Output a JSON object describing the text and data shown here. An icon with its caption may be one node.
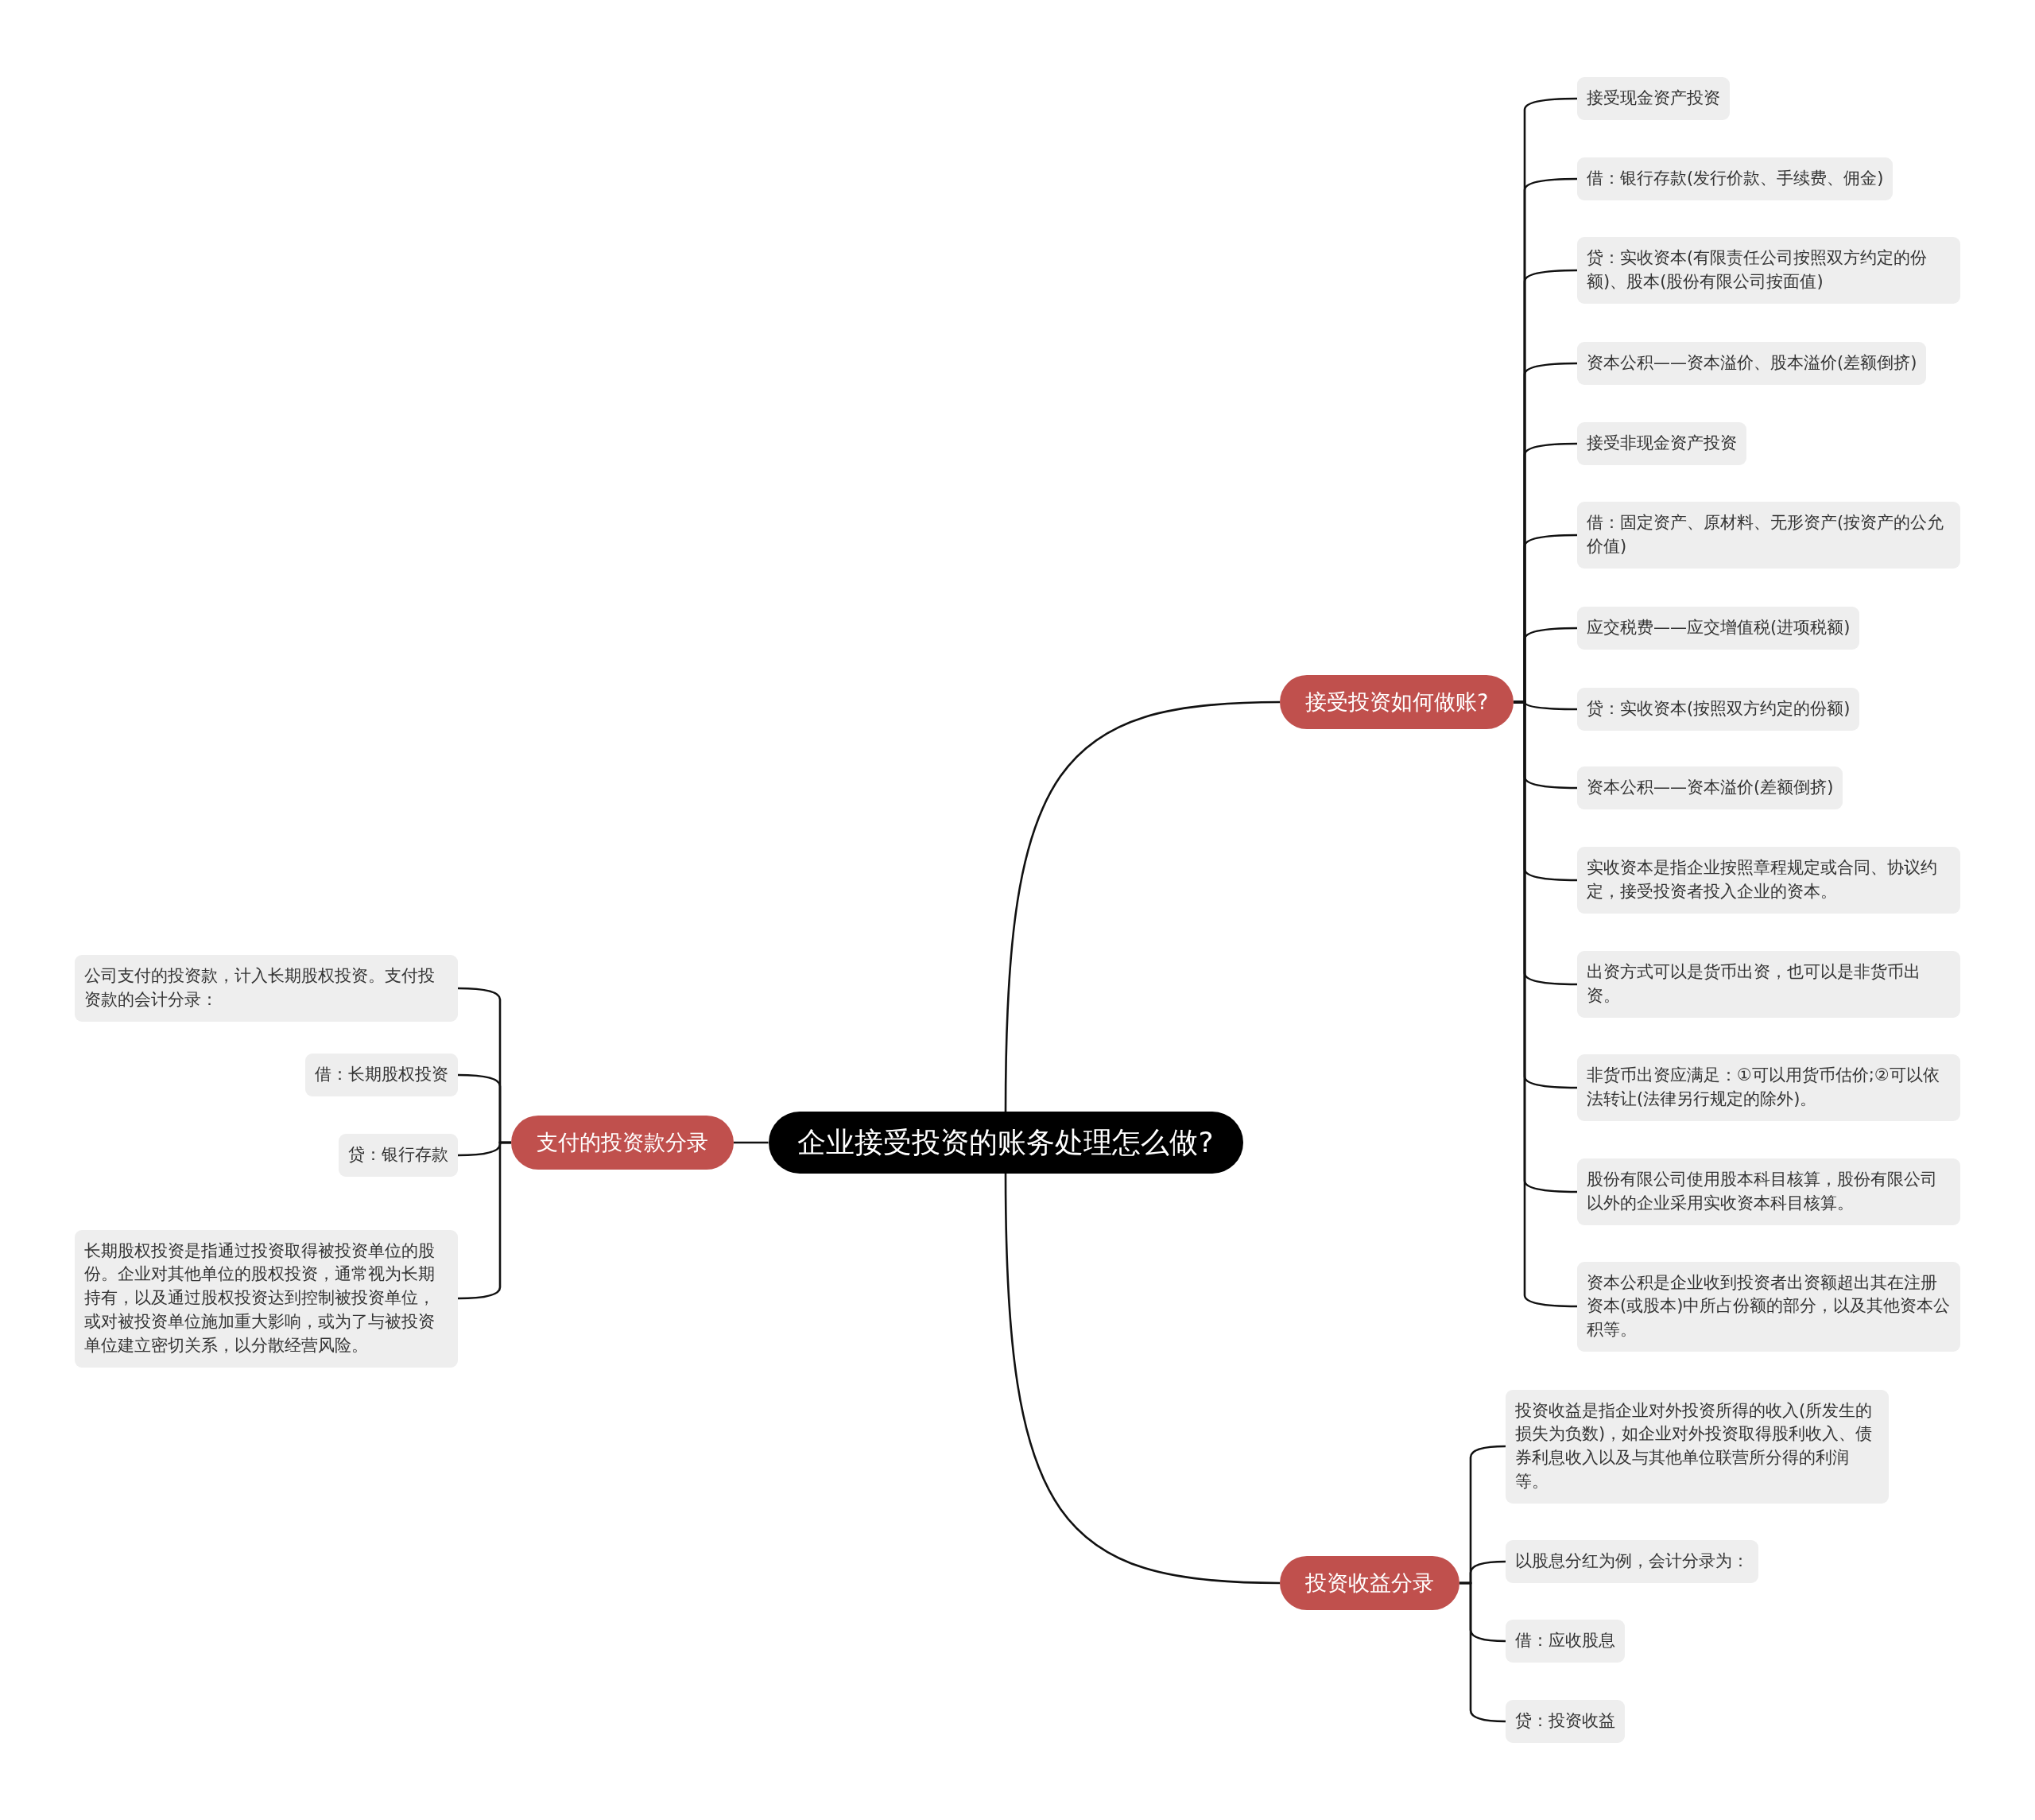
{
  "diagram": {
    "nodes": [
      {
        "text": [
          "企业接受投资的账务处理怎么做?"
        ]
      },
      {
        "text": [
          "接受投资如何做账?"
        ]
      },
      {
        "text": [
          "接受现金资产投资"
        ]
      },
      {
        "text": [
          "借：银行存款(发行价款、手续费、佣金)"
        ]
      },
      {
        "text": [
          "贷：实收资本(有限责任公司按照双方约定的份额)、股本(股份有限公司按面值)"
        ]
      },
      {
        "text": [
          "资本公积——资本溢价、股本溢价(差额倒挤)"
        ]
      },
      {
        "text": [
          "接受非现金资产投资"
        ]
      },
      {
        "text": [
          "借：固定资产、原材料、无形资产(按资产的公允价值)"
        ]
      },
      {
        "text": [
          "应交税费——应交增值税(进项税额)"
        ]
      },
      {
        "text": [
          "贷：实收资本(按照双方约定的份额)"
        ]
      },
      {
        "text": [
          "资本公积——资本溢价(差额倒挤)"
        ]
      },
      {
        "text": [
          "实收资本是指企业按照章程规定或合同、协议约定，接受投资者投入企业的资本。"
        ]
      },
      {
        "text": [
          "出资方式可以是货币出资，也可以是非货币出资。"
        ]
      },
      {
        "text": [
          "非货币出资应满足：①可以用货币估价;②可以依法转让(法律另行规定的除外)。"
        ]
      },
      {
        "text": [
          "股份有限公司使用股本科目核算，股份有限公司以外的企业采用实收资本科目核算。"
        ]
      },
      {
        "text": [
          "资本公积是企业收到投资者出资额超出其在注册资本(或股本)中所占份额的部分，以及其他资本公积等。"
        ]
      },
      {
        "text": [
          "支付的投资款分录"
        ]
      },
      {
        "text": [
          "公司支付的投资款，计入长期股权投资。支付投资款的会计分录："
        ]
      },
      {
        "text": [
          "借：长期股权投资"
        ]
      },
      {
        "text": [
          "贷：银行存款"
        ]
      },
      {
        "text": [
          "长期股权投资是指通过投资取得被投资单位的股份。企业对其他单位的股权投资，通常视为长期持有，以及通过股权投资达到控制被投资单位，或对被投资单位施加重大影响，或为了与被投资单位建立密切关系，以分散经营风险。"
        ]
      },
      {
        "text": [
          "投资收益分录"
        ]
      },
      {
        "text": [
          "投资收益是指企业对外投资所得的收入(所发生的损失为负数)，如企业对外投资取得股利收入、债券利息收入以及与其他单位联营所分得的利润等。"
        ]
      },
      {
        "text": [
          "以股息分红为例，会计分录为："
        ]
      },
      {
        "text": [
          "借：应收股息"
        ]
      },
      {
        "text": [
          "贷：投资收益"
        ]
      }
    ],
    "edges": [
      {
        "from": 0,
        "to": 1,
        "arrow": "none"
      },
      {
        "from": 1,
        "to": 2,
        "arrow": "none"
      },
      {
        "from": 1,
        "to": 3,
        "arrow": "none"
      },
      {
        "from": 1,
        "to": 4,
        "arrow": "none"
      },
      {
        "from": 1,
        "to": 5,
        "arrow": "none"
      },
      {
        "from": 1,
        "to": 6,
        "arrow": "none"
      },
      {
        "from": 1,
        "to": 7,
        "arrow": "none"
      },
      {
        "from": 1,
        "to": 8,
        "arrow": "none"
      },
      {
        "from": 1,
        "to": 9,
        "arrow": "none"
      },
      {
        "from": 1,
        "to": 10,
        "arrow": "none"
      },
      {
        "from": 1,
        "to": 11,
        "arrow": "none"
      },
      {
        "from": 1,
        "to": 12,
        "arrow": "none"
      },
      {
        "from": 1,
        "to": 13,
        "arrow": "none"
      },
      {
        "from": 1,
        "to": 14,
        "arrow": "none"
      },
      {
        "from": 1,
        "to": 15,
        "arrow": "none"
      },
      {
        "from": 0,
        "to": 16,
        "arrow": "none"
      },
      {
        "from": 16,
        "to": 17,
        "arrow": "none"
      },
      {
        "from": 16,
        "to": 18,
        "arrow": "none"
      },
      {
        "from": 16,
        "to": 19,
        "arrow": "none"
      },
      {
        "from": 16,
        "to": 20,
        "arrow": "none"
      },
      {
        "from": 0,
        "to": 21,
        "arrow": "none"
      },
      {
        "from": 21,
        "to": 22,
        "arrow": "none"
      },
      {
        "from": 21,
        "to": 23,
        "arrow": "none"
      },
      {
        "from": 21,
        "to": 24,
        "arrow": "none"
      },
      {
        "from": 21,
        "to": 25,
        "arrow": "none"
      }
    ]
  }
}
